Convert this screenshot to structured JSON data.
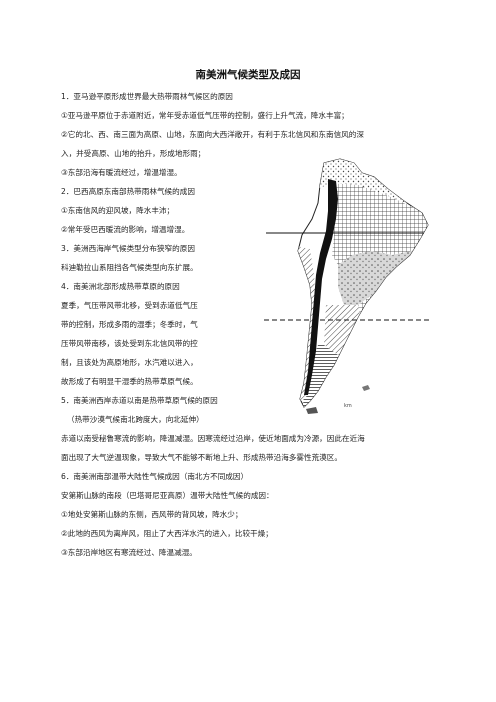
{
  "document": {
    "title": "南美洲气候类型及成因",
    "lines": [
      "1．亚马逊平原形成世界最大热带雨林气候区的原因",
      "①亚马逊平原位于赤道附近，常年受赤道低气压带的控制，盛行上升气流，降水丰富；",
      "②它的北、西、南三面为高原、山地，东面向大西洋敞开，有利于东北信风和东南信风的深",
      "入，并受高原、山地的抬升，形成地形雨；",
      "③东部沿海有暖流经过，增温增湿。",
      "2．巴西高原东南部热带雨林气候的成因",
      "①东南信风的迎风坡，降水丰沛；",
      "②常年受巴西暖流的影响，增温增湿。",
      "3．美洲西海岸气候类型分布狭窄的原因",
      "科迪勒拉山系阻挡各气候类型向东扩展。",
      "4．南美洲北部形成热带草原的原因",
      "夏季，气压带风带北移，受到赤道低气压",
      "带的控制，形成多雨的湿季；冬季时，气",
      "压带风带南移，该处受到东北信风带的控",
      "制，且该处为高原地形，水汽难以进入，",
      "故形成了有明显干湿季的热带草原气候。",
      "5．南美洲西岸赤道以南是热带草原气候的原因",
      "（热带沙漠气候南北跨度大，向北延伸）",
      "赤道以南受秘鲁寒流的影响，降温减湿。因寒流经过沿岸，使近地面成为冷源，因此在近海",
      "面出现了大气逆温现象，导致大气不能够不断地上升、形成热带沿海多雾性荒漠区。",
      "6．南美洲南部温带大陆性气候成因（南北方不同成因）",
      "安第斯山脉的南段（巴塔哥尼亚高原）温带大陆性气候的成因：",
      "①地处安第斯山脉的东侧，西风带的背风坡，降水少；",
      "②此地的西风为离岸风，阻止了大西洋水汽的进入，比较干燥；",
      "③东部沿岸地区有寒流经过、降温减湿。"
    ]
  },
  "map": {
    "scale_label": "km"
  }
}
